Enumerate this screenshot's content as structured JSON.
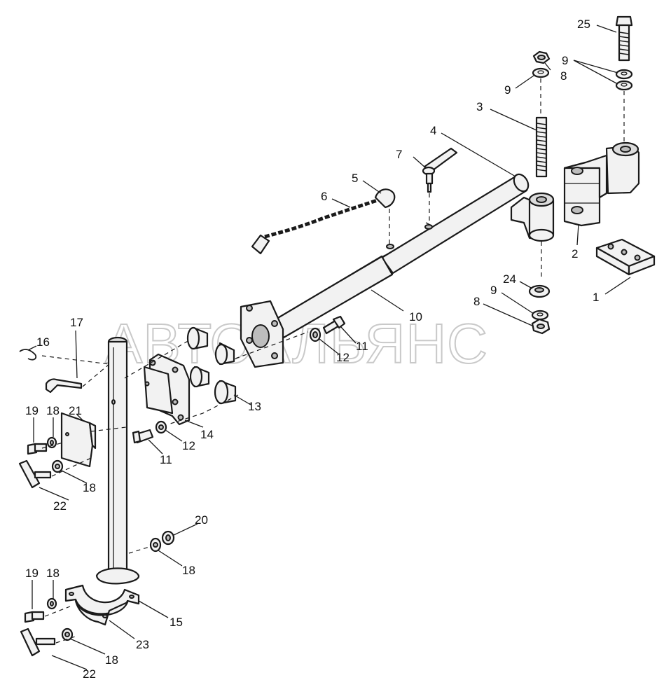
{
  "watermark": "АВТОАЛЬЯНС",
  "callouts": {
    "c25": "25",
    "c9a": "9",
    "c8a": "8",
    "c9b": "9",
    "c3": "3",
    "c4": "4",
    "c7": "7",
    "c5": "5",
    "c6": "6",
    "c2": "2",
    "c1": "1",
    "c24": "24",
    "c9c": "9",
    "c8b": "8",
    "c10": "10",
    "c11a": "11",
    "c12a": "12",
    "c17": "17",
    "c16": "16",
    "c13": "13",
    "c21": "21",
    "c19a": "19",
    "c18a": "18",
    "c14": "14",
    "c12b": "12",
    "c11b": "11",
    "c22a": "22",
    "c18b": "18",
    "c20": "20",
    "c18c": "18",
    "c19b": "19",
    "c18d": "18",
    "c15": "15",
    "c23": "23",
    "c18e": "18",
    "c22b": "22"
  }
}
